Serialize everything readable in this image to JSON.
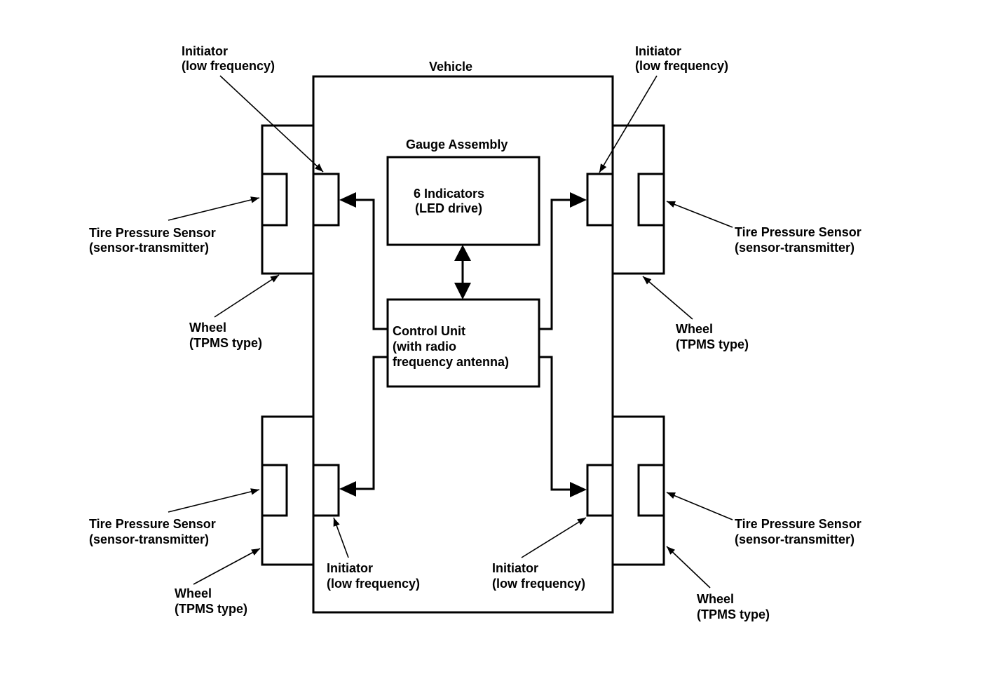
{
  "diagram": {
    "title": "Vehicle",
    "colors": {
      "ink": "#000000",
      "background": "#ffffff"
    },
    "gauge_assembly": {
      "title": "Gauge Assembly",
      "lines": [
        "6 Indicators",
        "(LED drive)"
      ]
    },
    "control_unit": {
      "lines": [
        "Control Unit",
        "(with radio",
        "frequency antenna)"
      ]
    },
    "labels": {
      "initiator_top_left": [
        "Initiator",
        "(low frequency)"
      ],
      "initiator_top_right": [
        "Initiator",
        "(low frequency)"
      ],
      "initiator_bottom_left": [
        "Initiator",
        "(low frequency)"
      ],
      "initiator_bottom_right": [
        "Initiator",
        "(low frequency)"
      ],
      "sensor_top_left": [
        "Tire Pressure Sensor",
        "(sensor-transmitter)"
      ],
      "sensor_top_right": [
        "Tire Pressure Sensor",
        "(sensor-transmitter)"
      ],
      "sensor_bottom_left": [
        "Tire Pressure Sensor",
        "(sensor-transmitter)"
      ],
      "sensor_bottom_right": [
        "Tire Pressure Sensor",
        "(sensor-transmitter)"
      ],
      "wheel_top_left": [
        "Wheel",
        "(TPMS type)"
      ],
      "wheel_top_right": [
        "Wheel",
        "(TPMS type)"
      ],
      "wheel_bottom_left": [
        "Wheel",
        "(TPMS type)"
      ],
      "wheel_bottom_right": [
        "Wheel",
        "(TPMS type)"
      ]
    },
    "connections": [
      {
        "from": "control_unit",
        "to": "gauge_assembly",
        "direction": "bidirectional"
      },
      {
        "from": "control_unit",
        "to": "initiator_top_left",
        "direction": "one-way"
      },
      {
        "from": "control_unit",
        "to": "initiator_top_right",
        "direction": "one-way"
      },
      {
        "from": "control_unit",
        "to": "initiator_bottom_left",
        "direction": "one-way"
      },
      {
        "from": "control_unit",
        "to": "initiator_bottom_right",
        "direction": "one-way"
      }
    ]
  }
}
